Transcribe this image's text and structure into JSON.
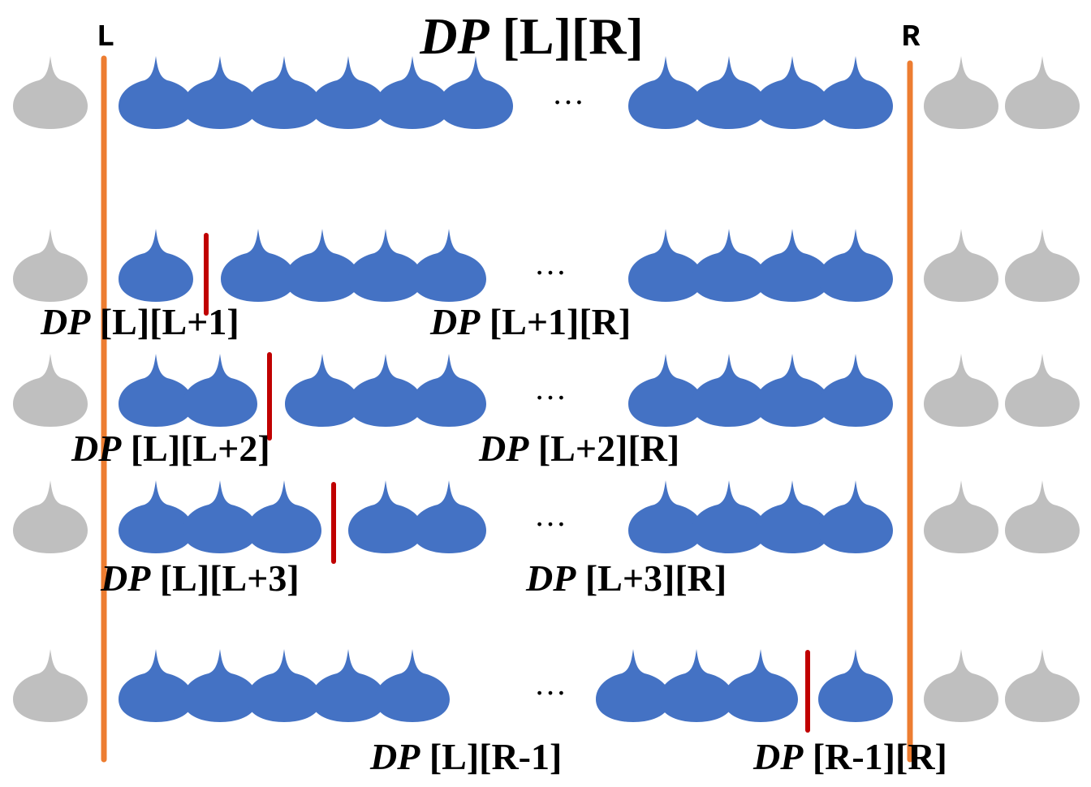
{
  "title": {
    "prefix": "DP",
    "text": "[L][R]"
  },
  "pointers": {
    "left": "L",
    "right": "R"
  },
  "ellipsis": "…",
  "colors": {
    "inside_drop": "#4472C4",
    "outside_drop": "#BFBFBF",
    "boundary_line": "#ED7D31",
    "split_line": "#C00000",
    "text": "#000000"
  },
  "rows": [
    {
      "name": "row-full",
      "labels": []
    },
    {
      "name": "row-split-1",
      "labels": [
        {
          "name": "label-dp-l-l1",
          "prefix": "DP",
          "text": "[L][L+1]"
        },
        {
          "name": "label-dp-l1-r",
          "prefix": "DP",
          "text": "[L+1][R]"
        }
      ]
    },
    {
      "name": "row-split-2",
      "labels": [
        {
          "name": "label-dp-l-l2",
          "prefix": "DP",
          "text": "[L][L+2]"
        },
        {
          "name": "label-dp-l2-r",
          "prefix": "DP",
          "text": "[L+2][R]"
        }
      ]
    },
    {
      "name": "row-split-3",
      "labels": [
        {
          "name": "label-dp-l-l3",
          "prefix": "DP",
          "text": "[L][L+3]"
        },
        {
          "name": "label-dp-l3-r",
          "prefix": "DP",
          "text": "[L+3][R]"
        }
      ]
    },
    {
      "name": "row-split-last",
      "labels": [
        {
          "name": "label-dp-l-r1",
          "prefix": "DP",
          "text": "[L][R-1]"
        },
        {
          "name": "label-dp-r1-r",
          "prefix": "DP",
          "text": "[R-1][R]"
        }
      ]
    }
  ]
}
